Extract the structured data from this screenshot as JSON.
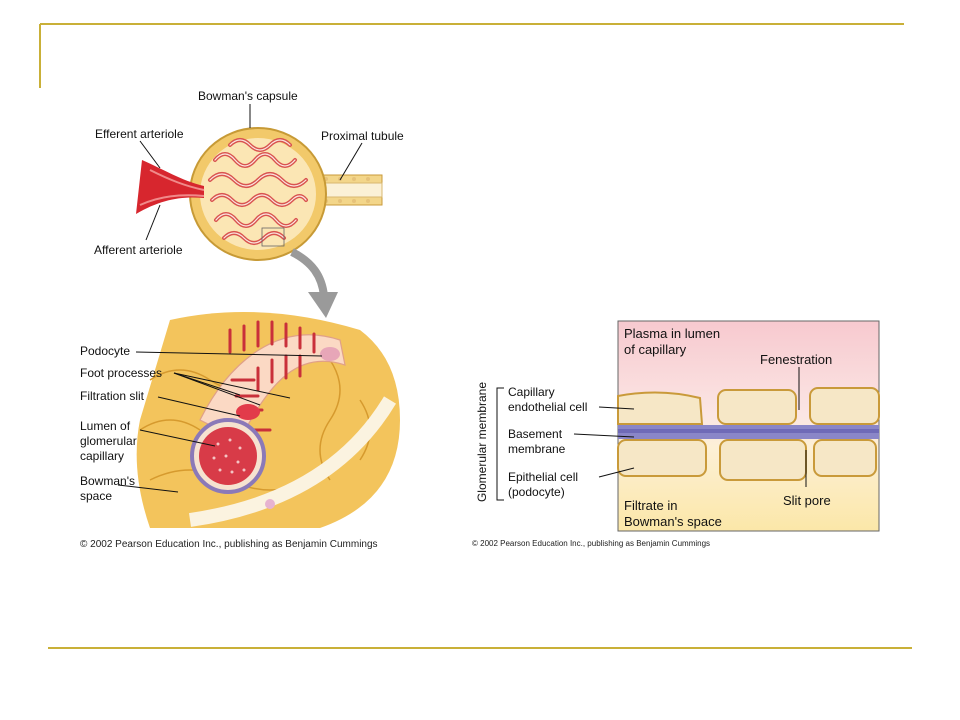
{
  "slide": {
    "frame_color": "#c9b038"
  },
  "glomerulus": {
    "bowmans_capsule": "Bowman's capsule",
    "efferent_arteriole": "Efferent arteriole",
    "afferent_arteriole": "Afferent arteriole",
    "proximal_tubule": "Proximal tubule"
  },
  "capillary": {
    "podocyte": "Podocyte",
    "foot_processes": "Foot processes",
    "filtration_slit": "Filtration slit",
    "lumen": [
      "Lumen of",
      "glomerular",
      "capillary"
    ],
    "bowmans_space": [
      "Bowman's",
      "space"
    ],
    "copyright": "© 2002 Pearson Education Inc., publishing as Benjamin Cummings"
  },
  "membrane": {
    "plasma": [
      "Plasma in lumen",
      "of capillary"
    ],
    "fenestration": "Fenestration",
    "capillary_endothelial": [
      "Capillary",
      "endothelial cell"
    ],
    "basement": [
      "Basement",
      "membrane"
    ],
    "epithelial": [
      "Epithelial cell",
      "(podocyte)"
    ],
    "filtrate": [
      "Filtrate in",
      "Bowman's space"
    ],
    "slit_pore": "Slit pore",
    "glomerular_membrane": "Glomerular membrane",
    "copyright": "© 2002 Pearson Education Inc., publishing as Benjamin Cummings"
  }
}
